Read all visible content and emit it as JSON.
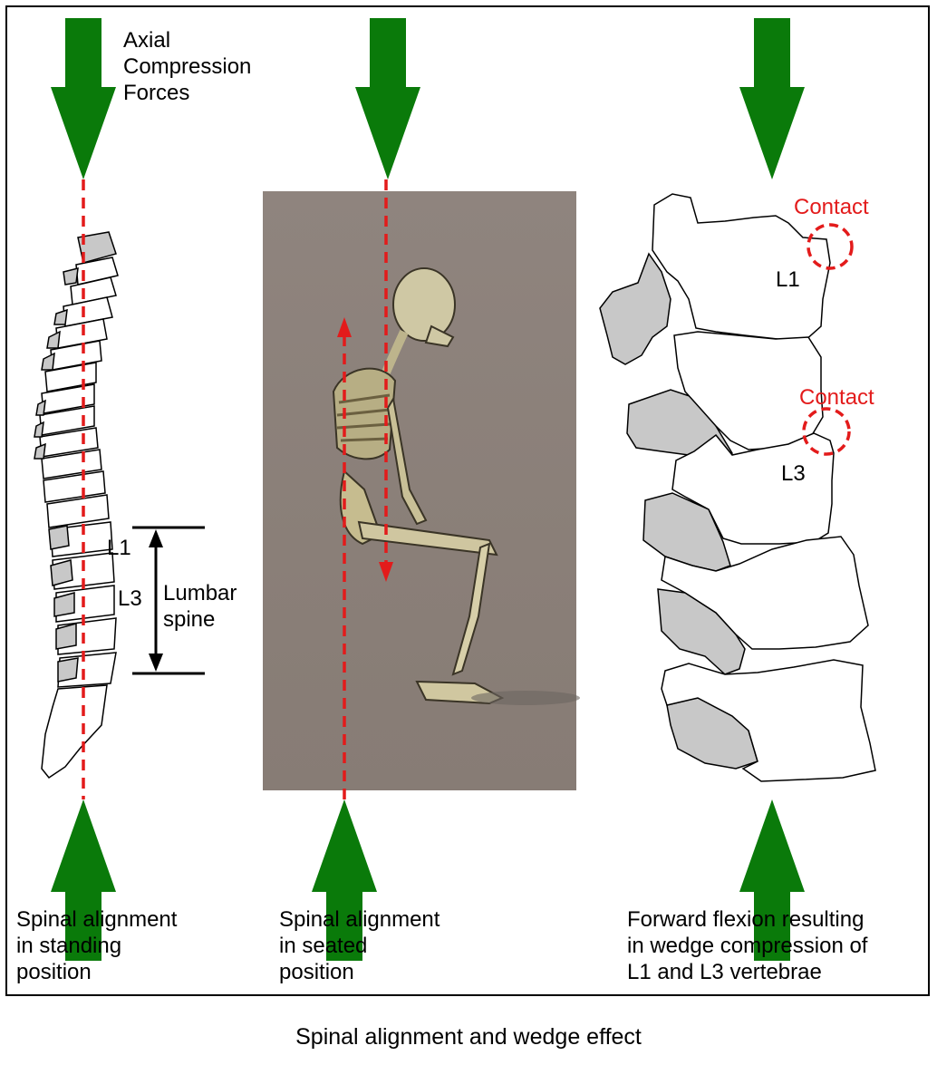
{
  "labels": {
    "axial_forces": "Axial\nCompression\nForces",
    "l1_left": "L1",
    "l3_left": "L3",
    "lumbar_spine": "Lumbar\nspine",
    "contact_top": "Contact",
    "contact_bottom": "Contact",
    "l1_right": "L1",
    "l3_right": "L3"
  },
  "captions": {
    "standing": "Spinal alignment\nin standing\nposition",
    "seated": "Spinal alignment\nin seated\nposition",
    "flexion": "Forward flexion resulting\nin wedge compression of\nL1 and L3 vertebrae"
  },
  "figure_caption": "Spinal alignment and wedge effect",
  "colors": {
    "arrow_green": "#0a7a0a",
    "dashed_red": "#e31b1b",
    "vertebra_gray": "#c8c8c8",
    "photo_bg": "#8b8079"
  }
}
